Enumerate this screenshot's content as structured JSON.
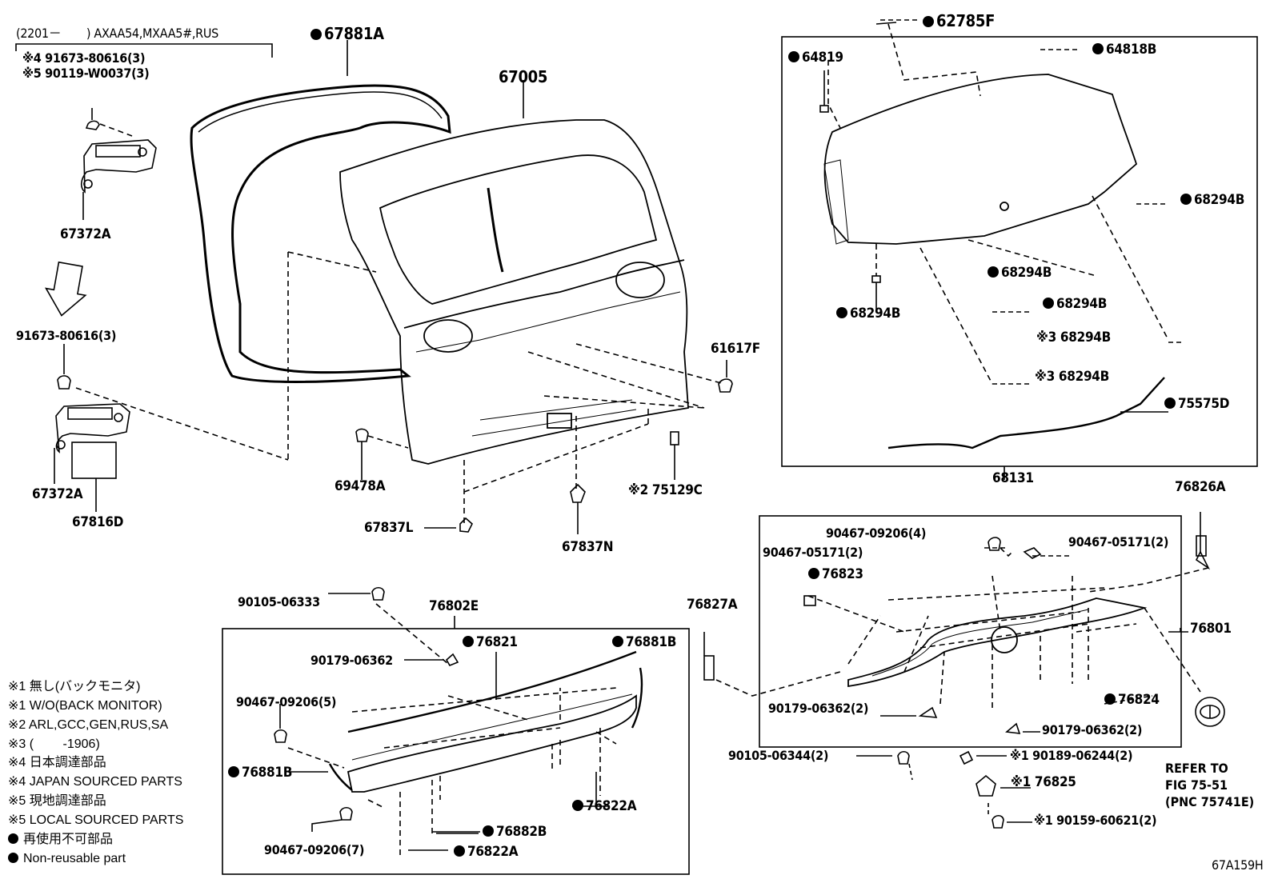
{
  "header": {
    "applicability": "(2201－　　) AXAA54,MXAA5#,RUS",
    "note_line1": "※4 91673-80616(3)",
    "note_line2": "※5 90119-W0037(3)"
  },
  "parts": {
    "p67881A": "67881A",
    "p67005": "67005",
    "p67372A_top": "67372A",
    "p91673": "91673-80616(3)",
    "p67372A_bottom": "67372A",
    "p67816D": "67816D",
    "p69478A": "69478A",
    "p67837L": "67837L",
    "p67837N": "67837N",
    "p75129C": "※2 75129C",
    "p61617F": "61617F",
    "p62785F": "62785F",
    "p64819": "64819",
    "p64818B": "64818B",
    "p68294B_a": "68294B",
    "p68294B_b": "68294B",
    "p68294B_c": "68294B",
    "p68294B_d": "68294B",
    "p68294B_e": "※3 68294B",
    "p68294B_f": "※3 68294B",
    "p75575D": "75575D",
    "p68131": "68131",
    "p76826A": "76826A",
    "p90467_09206_4": "90467-09206(4)",
    "p90467_05171_2a": "90467-05171(2)",
    "p90467_05171_2b": "90467-05171(2)",
    "p76823": "76823",
    "p76801": "76801",
    "p76827A": "76827A",
    "p90179_06362_2a": "90179-06362(2)",
    "p90179_06362_2b": "90179-06362(2)",
    "p76824": "76824",
    "p90105_06344": "90105-06344(2)",
    "p190189": "※1 90189-06244(2)",
    "p76825": "※1 76825",
    "p190159": "※1 90159-60621(2)",
    "p90105_06333": "90105-06333",
    "p76802E": "76802E",
    "p90179_06362": "90179-06362",
    "p76821": "76821",
    "p76881B_right": "76881B",
    "p90467_09206_5": "90467-09206(5)",
    "p76881B_left": "76881B",
    "p90467_09206_7": "90467-09206(7)",
    "p76882B": "76882B",
    "p76822A_a": "76822A",
    "p76822A_b": "76822A"
  },
  "reference": {
    "line1": "REFER TO",
    "line2": "FIG 75-51",
    "line3": "(PNC 75741E)"
  },
  "notes": [
    "※1 無し(バックモニタ)",
    "※1 W/O(BACK MONITOR)",
    "※2 ARL,GCC,GEN,RUS,SA",
    "※3 (　　 -1906)",
    "※4 日本調達部品",
    "※4 JAPAN SOURCED PARTS",
    "※5 現地調達部品",
    "※5 LOCAL SOURCED PARTS",
    "再使用不可部品",
    "Non-reusable part"
  ],
  "figure_code": "67A159H"
}
